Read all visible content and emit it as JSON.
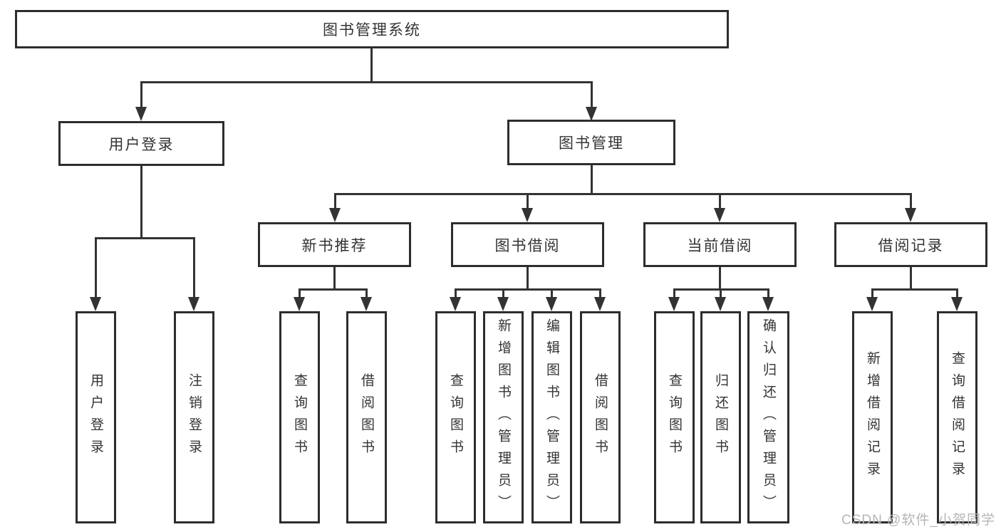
{
  "tree": {
    "root": {
      "label": "图书管理系统"
    },
    "children": [
      {
        "label": "用户登录",
        "children": [
          {
            "label": "用户登录"
          },
          {
            "label": "注销登录"
          }
        ]
      },
      {
        "label": "图书管理",
        "children": [
          {
            "label": "新书推荐",
            "children": [
              {
                "label": "查询图书"
              },
              {
                "label": "借阅图书"
              }
            ]
          },
          {
            "label": "图书借阅",
            "children": [
              {
                "label": "查询图书"
              },
              {
                "label": "新增图书（管理员）"
              },
              {
                "label": "编辑图书（管理员）"
              },
              {
                "label": "借阅图书"
              }
            ]
          },
          {
            "label": "当前借阅",
            "children": [
              {
                "label": "查询图书"
              },
              {
                "label": "归还图书"
              },
              {
                "label": "确认归还（管理员）"
              }
            ]
          },
          {
            "label": "借阅记录",
            "children": [
              {
                "label": "新增借阅记录"
              },
              {
                "label": "查询借阅记录"
              }
            ]
          }
        ]
      }
    ]
  },
  "watermark": {
    "text": "CSDN @软件_小贺同学"
  },
  "colors": {
    "line": "#333333",
    "border": "#2d2d2d",
    "text": "#333333",
    "watermark": "#b5b5b5",
    "bg": "#ffffff"
  }
}
